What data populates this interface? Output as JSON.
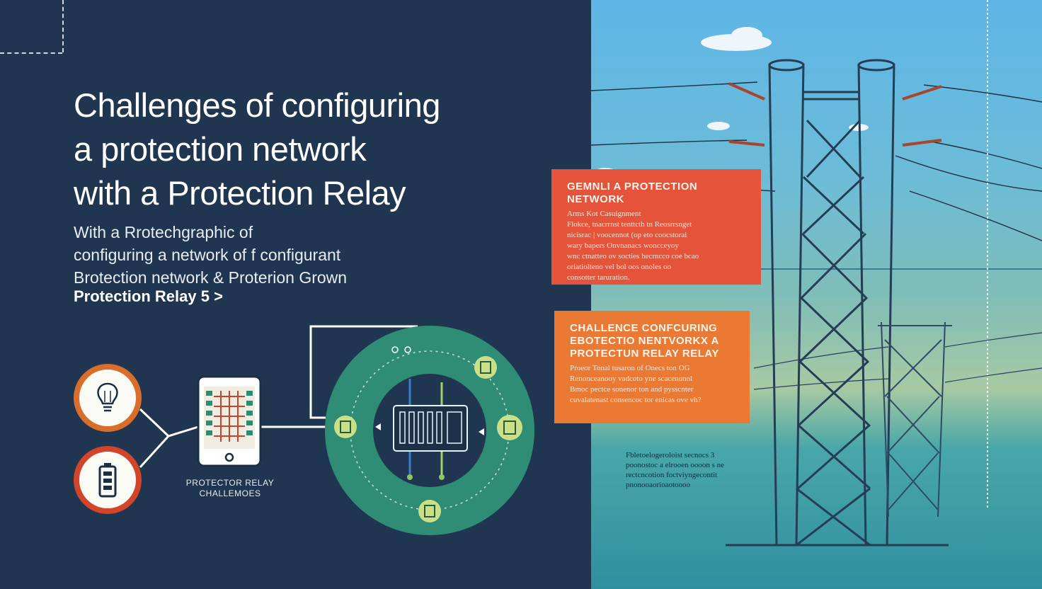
{
  "headline": {
    "line1": "Challenges of configuring",
    "line2": "a protection network",
    "line3": "with a Protection Relay"
  },
  "subtitle": {
    "line1": "With a Rrotechgraphic of",
    "line2": "configuring a network of f configurant",
    "line3": "Brotection network & Proterion Grown",
    "line4": "Protection Relay 5 >"
  },
  "diagram": {
    "relay_label_line1": "PROTECTOR RELAY",
    "relay_label_line2": "CHALLEMOES",
    "icons": [
      "light-bulb-icon",
      "battery-icon",
      "tablet-icon",
      "relay-panel-icon"
    ]
  },
  "card_a": {
    "title_line1": "GEMNLI A PROTECTION",
    "title_line2": "NETWORK",
    "body": [
      "Arms Kot Casuignment",
      "Flokce, tnacrrnst tenttcth tn Reosrrsnget",
      "nicisrac | voocennot (op eto coocstorai",
      "wary bapers Onvnanacs woncceyoy",
      "wnc ctnatteo ov socties hecrncco coe bcao",
      "oriatiolteno vel bol oos onoles oo",
      "consotter taruration."
    ]
  },
  "card_b": {
    "title_line1": "CHALLENCE CONFCURING",
    "title_line2": "EBOTECTIO NENTVORKX A",
    "title_line3": "PROTECTUN RELAY RELAY",
    "body": [
      "Proeor Tonal tusaron of Onecs ton OG",
      "Renonceanooy vadcoto yne scacenonol",
      "Bmoc pectce sonenor ton and pysscnter",
      "cuvalatenast consencoc tor enicas ove vh?"
    ]
  },
  "right_note": {
    "lines": [
      "Fbletoelogeroloist secnocs 3",
      "poonostoc a elrooen oooon s ne",
      "rectcncotion foctviyngecontit",
      "pnonooaorioaotoooo"
    ]
  },
  "colors": {
    "navy": "#1f3550",
    "teal_ring": "#2f8d76",
    "orange": "#d96e2c",
    "red": "#d2452a",
    "card_red": "#e4533a",
    "card_orange": "#ea7a33",
    "tower_navy": "#253d55"
  }
}
